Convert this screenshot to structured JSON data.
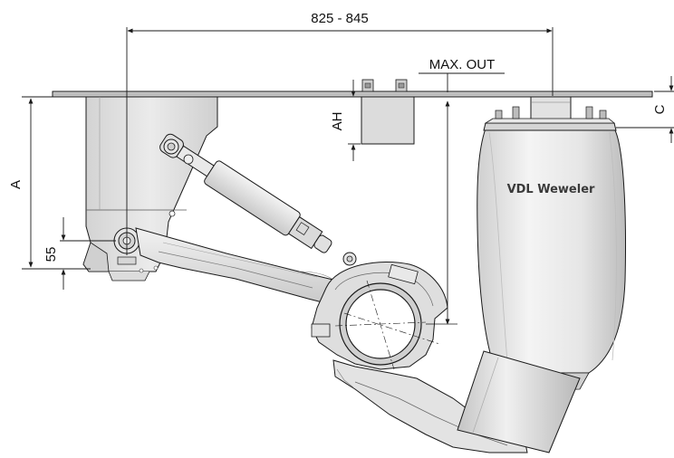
{
  "dimensions": {
    "overall_width": "825 - 845",
    "max_out": "MAX. OUT",
    "height_a": "A",
    "height_ah": "AH",
    "height_c": "C",
    "offset_55": "55"
  },
  "brand": {
    "airbag_label": "VDL Weweler"
  },
  "colors": {
    "line": "#1a1a1a",
    "part_fill": "#e3e3e3",
    "part_fill_dark": "#c8c8c8",
    "frame_fill": "#bdbdbd"
  }
}
